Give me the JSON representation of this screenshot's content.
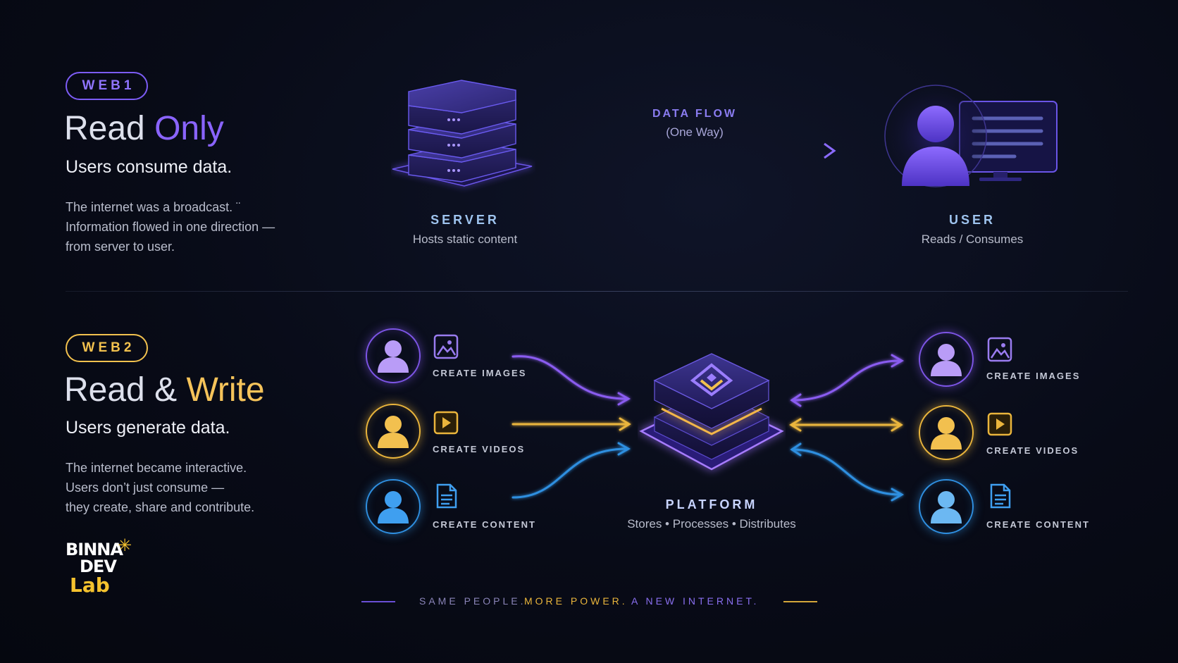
{
  "web1": {
    "badge": "WEB1",
    "title_main": "Read ",
    "title_highlight": "Only",
    "subtitle": "Users consume data.",
    "description": [
      "The internet was a broadcast. ¨",
      "Information flowed in one direction —",
      "from server to user."
    ],
    "server": {
      "label": "SERVER",
      "caption": "Hosts static content"
    },
    "flow": {
      "label": "DATA FLOW",
      "sublabel": "(One Way)"
    },
    "user": {
      "label": "USER",
      "caption": "Reads / Consumes"
    }
  },
  "web2": {
    "badge": "WEB2",
    "title_main": "Read & ",
    "title_highlight": "Write",
    "subtitle": "Users generate data.",
    "description": [
      "The internet became interactive.",
      "Users don’t just consume —",
      "they create, share and contribute."
    ],
    "left_actions": [
      {
        "label": "CREATE IMAGES",
        "color": "purple",
        "icon": "image-icon"
      },
      {
        "label": "CREATE VIDEOS",
        "color": "gold",
        "icon": "play-icon"
      },
      {
        "label": "CREATE CONTENT",
        "color": "blue",
        "icon": "document-icon"
      }
    ],
    "right_actions": [
      {
        "label": "CREATE IMAGES",
        "color": "purple",
        "icon": "image-icon"
      },
      {
        "label": "CREATE VIDEOS",
        "color": "gold",
        "icon": "play-icon"
      },
      {
        "label": "CREATE CONTENT",
        "color": "blue",
        "icon": "document-icon"
      }
    ],
    "platform": {
      "label": "PLATFORM",
      "caption": "Stores • Processes • Distributes"
    }
  },
  "logo": {
    "line1": "BINNA",
    "line2": "DEV",
    "line3": "Lab"
  },
  "tagline": {
    "part1": "SAME PEOPLE.",
    "part2": "MORE POWER.",
    "part3": "A NEW INTERNET."
  },
  "colors": {
    "purple": "#7d55e6",
    "gold": "#eab53c",
    "blue": "#2f8fe0",
    "background": "#080b17"
  }
}
